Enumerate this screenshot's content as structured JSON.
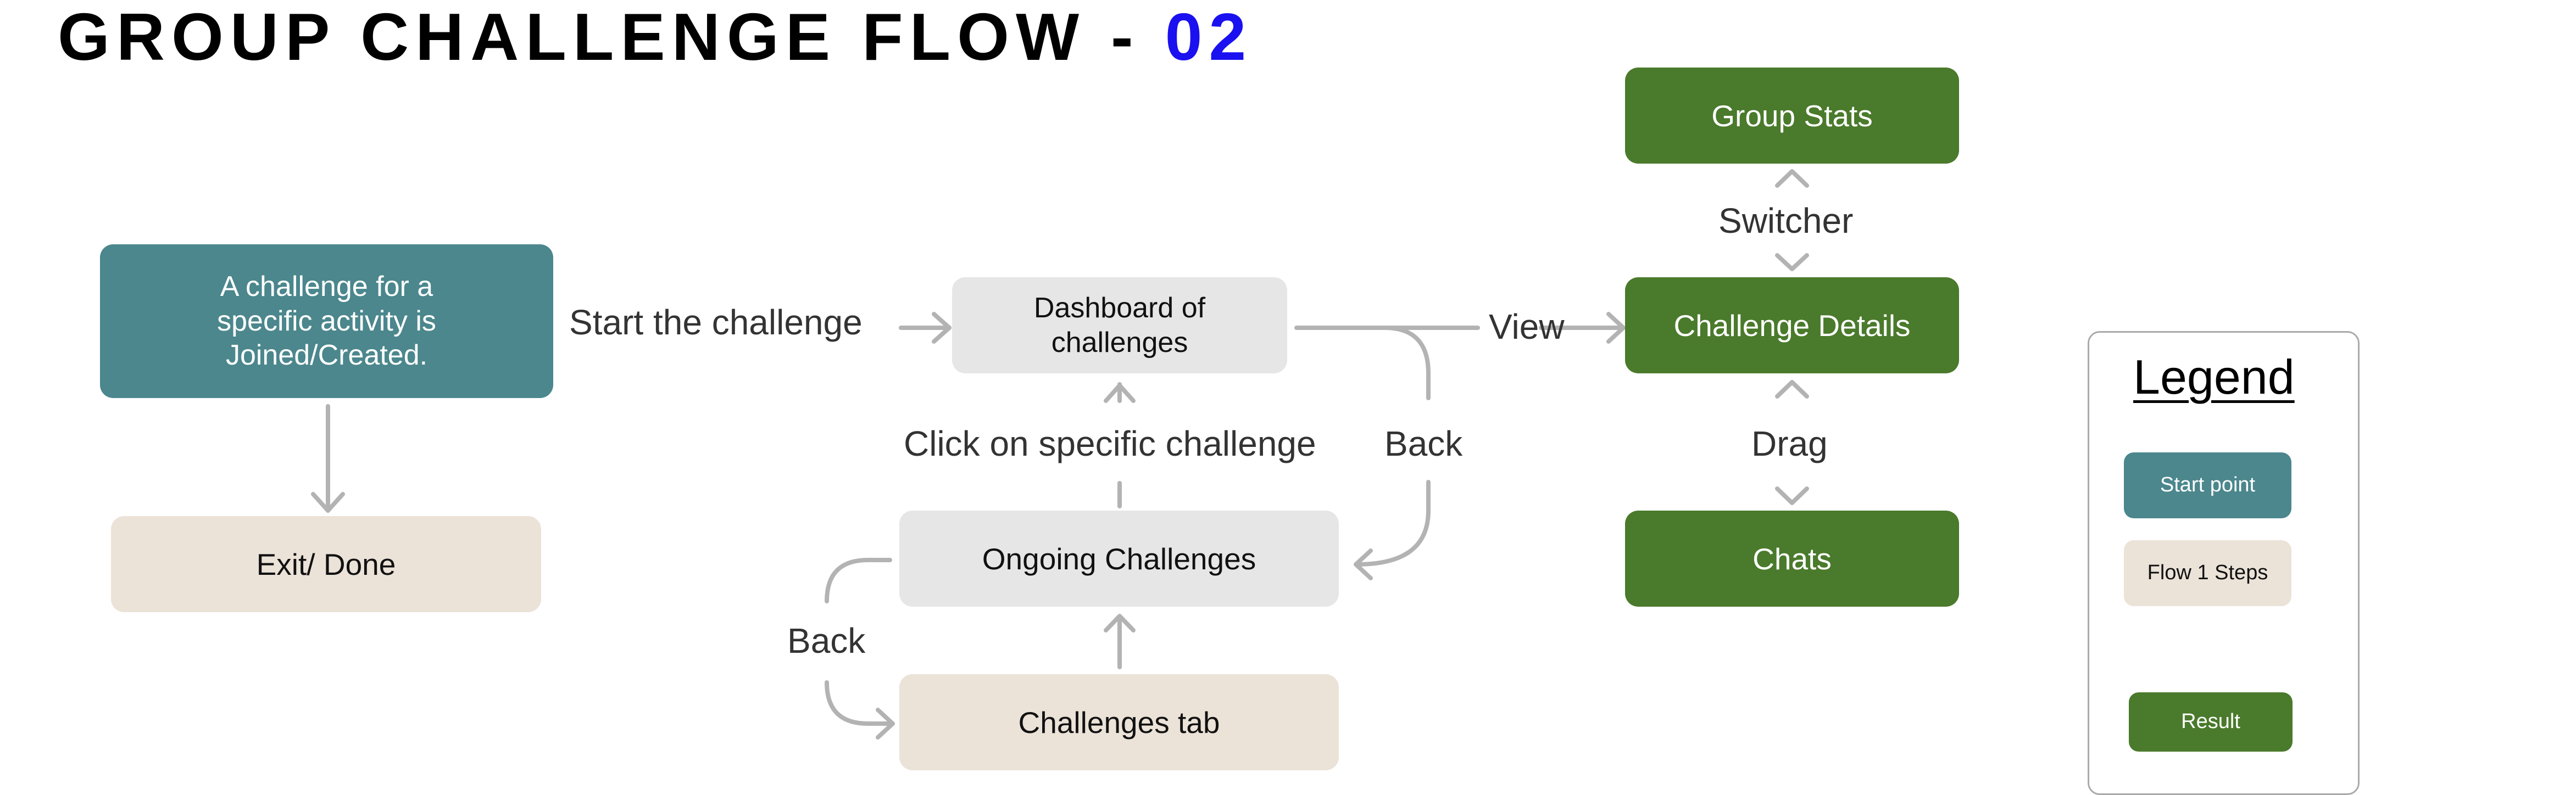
{
  "title": {
    "text": "GROUP CHALLENGE FLOW - ",
    "number": "02"
  },
  "nodes": {
    "start": "A challenge for a specific activity is Joined/Created.",
    "exit": "Exit/ Done",
    "dashboard": "Dashboard of challenges",
    "ongoing": "Ongoing Challenges",
    "challenges_tab": "Challenges tab",
    "group_stats": "Group Stats",
    "challenge_details": "Challenge Details",
    "chats": "Chats"
  },
  "edge_labels": {
    "start_the_challenge": "Start the challenge",
    "view": "View",
    "click_specific": "Click on specific challenge",
    "back_right": "Back",
    "back_left": "Back",
    "switcher": "Switcher",
    "drag": "Drag"
  },
  "legend": {
    "title": "Legend",
    "start_point": "Start point",
    "flow_steps": "Flow 1 Steps",
    "result": "Result"
  },
  "colors": {
    "start": "#4b878d",
    "flow_gray": "#e6e6e6",
    "flow_beige": "#ebe2d8",
    "result": "#4a7a2b",
    "title_accent": "#1a10f0",
    "connector": "#b3b3b3"
  }
}
